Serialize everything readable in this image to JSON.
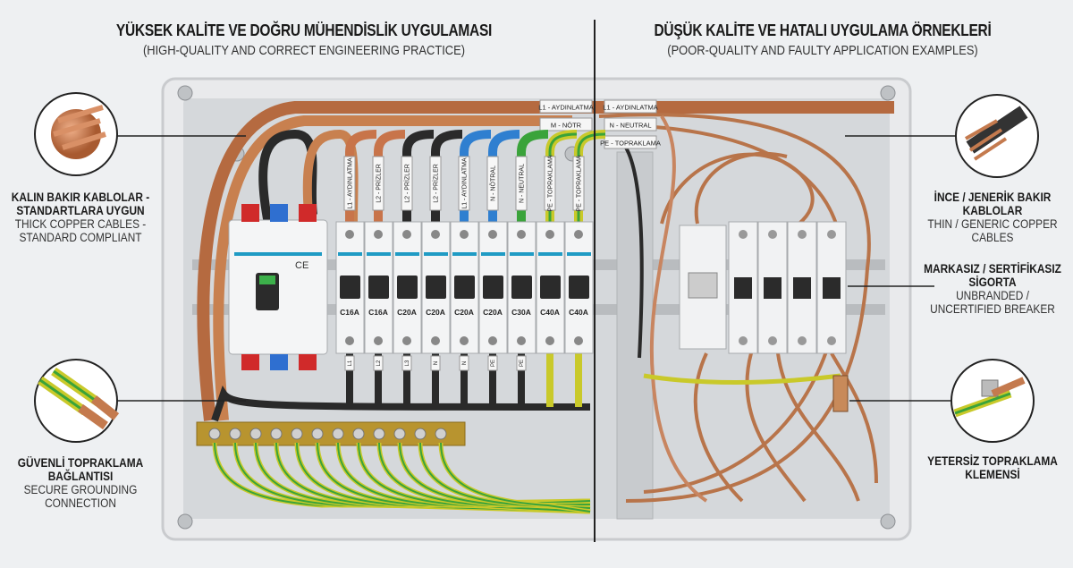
{
  "header": {
    "left_title": "YÜKSEK KALİTE VE DOĞRU MÜHENDİSLİK UYGULAMASI",
    "left_subtitle": "(HIGH-QUALITY AND CORRECT ENGINEERING PRACTICE)",
    "right_title": "DÜŞÜK KALİTE VE HATALI UYGULAMA ÖRNEKLERİ",
    "right_subtitle": "(POOR-QUALITY AND FAULTY APPLICATION EXAMPLES)"
  },
  "callouts": {
    "thick_cables": {
      "tr": "KALIN BAKIR KABLOLAR - STANDARTLARA UYGUN",
      "en": "THICK COPPER CABLES - STANDARD COMPLIANT"
    },
    "secure_ground": {
      "tr": "GÜVENLİ TOPRAKLAMA BAĞLANTISI",
      "en": "SECURE GROUNDING CONNECTION"
    },
    "thin_cables": {
      "tr": "İNCE / JENERİK BAKIR KABLOLAR",
      "en": "THIN / GENERIC COPPER CABLES"
    },
    "unbranded_breaker": {
      "tr": "MARKASIZ / SERTİFİKASIZ SİGORTA",
      "en": "UNBRANDED / UNCERTIFIED BREAKER"
    },
    "weak_ground": {
      "tr": "YETERSİZ TOPRAKLAMA KLEMENSİ"
    }
  },
  "bundle_tags": [
    "L1 - AYDINLATMA",
    "M - NÖTR",
    "L1 - AYDINLATMA",
    "N - NEUTRAL",
    "PE - TOPRAKLAMA"
  ],
  "wire_tags": [
    "L1 - AYDINLATMA",
    "L2 - PRİZLER",
    "L2 - PRİZLER",
    "L2 - PRİZLER",
    "L1 - AYDINLATMA",
    "N - NÖTRAL",
    "N - NEUTRAL",
    "PE - TOPRAKLAMA",
    "PE - TOPRAKLAMA"
  ],
  "wire_colors": [
    "#c8744a",
    "#c8744a",
    "#2a2a2a",
    "#2a2a2a",
    "#2f7fd0",
    "#2f7fd0",
    "#3aa33a",
    "#c9c92a",
    "#c9c92a"
  ],
  "breakers": [
    "C16A",
    "C16A",
    "C20A",
    "C20A",
    "C20A",
    "C20A",
    "C30A",
    "C40A",
    "C40A"
  ],
  "bottom_tags": [
    "L1",
    "L2",
    "L3",
    "N",
    "N",
    "PE",
    "PE",
    "",
    ""
  ],
  "colors": {
    "copper": "#c47a4e",
    "panel": "#e4e6e8",
    "breaker_stripe": "#1f9bc4"
  }
}
